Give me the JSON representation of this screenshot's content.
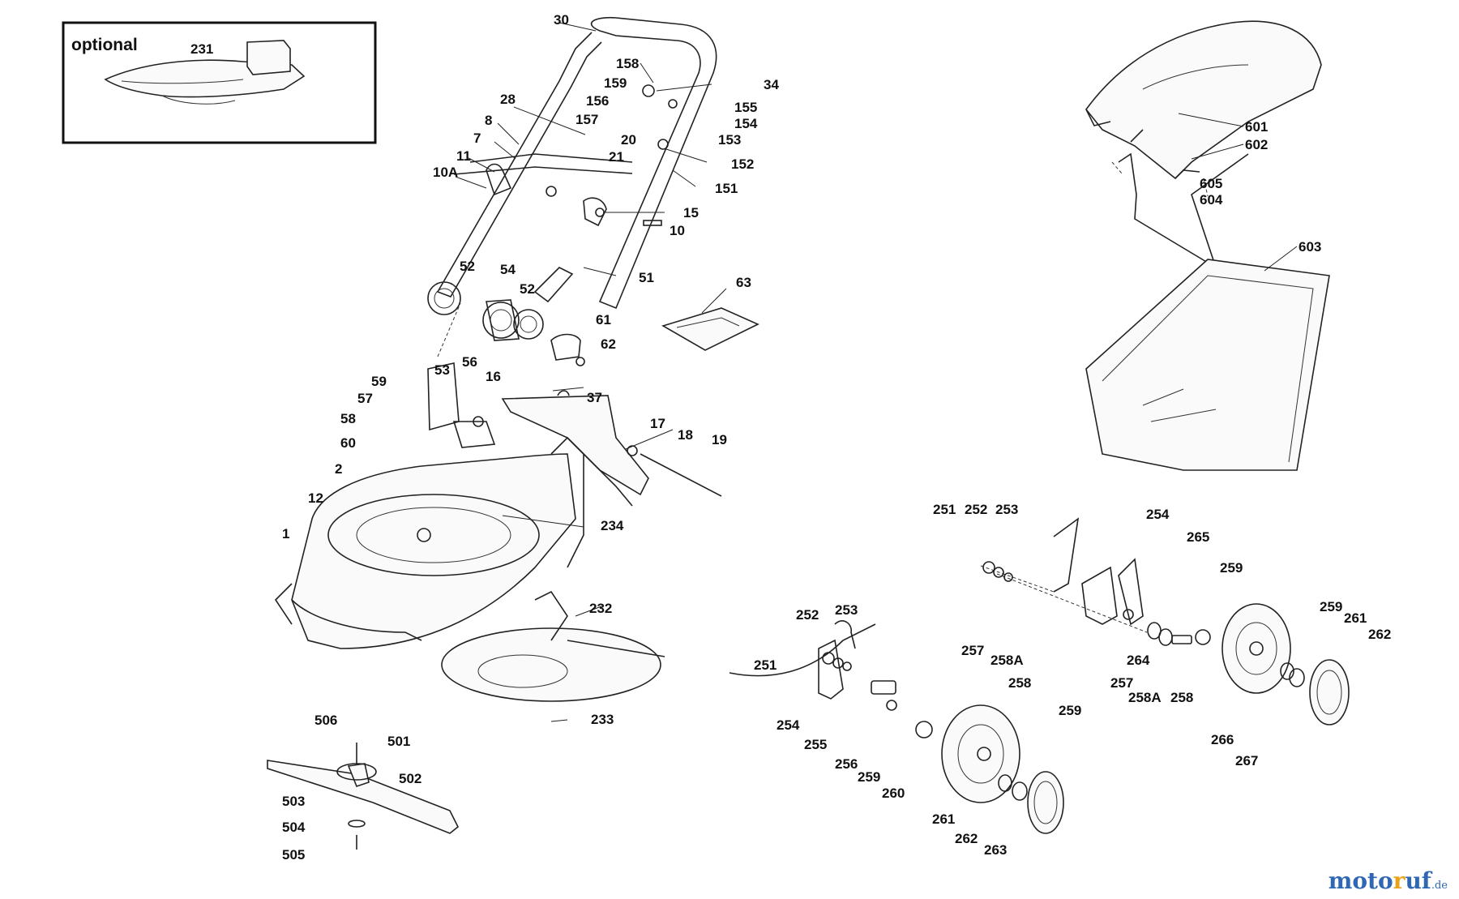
{
  "inset": {
    "title": "optional",
    "parts": [
      "231"
    ]
  },
  "labels": [
    "30",
    "158",
    "159",
    "156",
    "157",
    "28",
    "8",
    "7",
    "11",
    "10A",
    "34",
    "155",
    "154",
    "153",
    "20",
    "21",
    "152",
    "151",
    "15",
    "10",
    "52",
    "54",
    "52",
    "51",
    "63",
    "61",
    "62",
    "53",
    "59",
    "57",
    "56",
    "16",
    "37",
    "17",
    "18",
    "19",
    "58",
    "60",
    "2",
    "12",
    "1",
    "234",
    "232",
    "233",
    "506",
    "501",
    "502",
    "503",
    "504",
    "505",
    "601",
    "602",
    "605",
    "604",
    "603",
    "251",
    "252",
    "253",
    "254",
    "265",
    "259",
    "259",
    "261",
    "262",
    "264",
    "257",
    "258A",
    "258",
    "266",
    "267",
    "252",
    "253",
    "251",
    "257",
    "258A",
    "258",
    "254",
    "255",
    "256",
    "259",
    "260",
    "259",
    "261",
    "262",
    "263"
  ],
  "brand": {
    "part1": "moto",
    "part2": "r",
    "part3": "uf",
    "part4": ".de"
  }
}
